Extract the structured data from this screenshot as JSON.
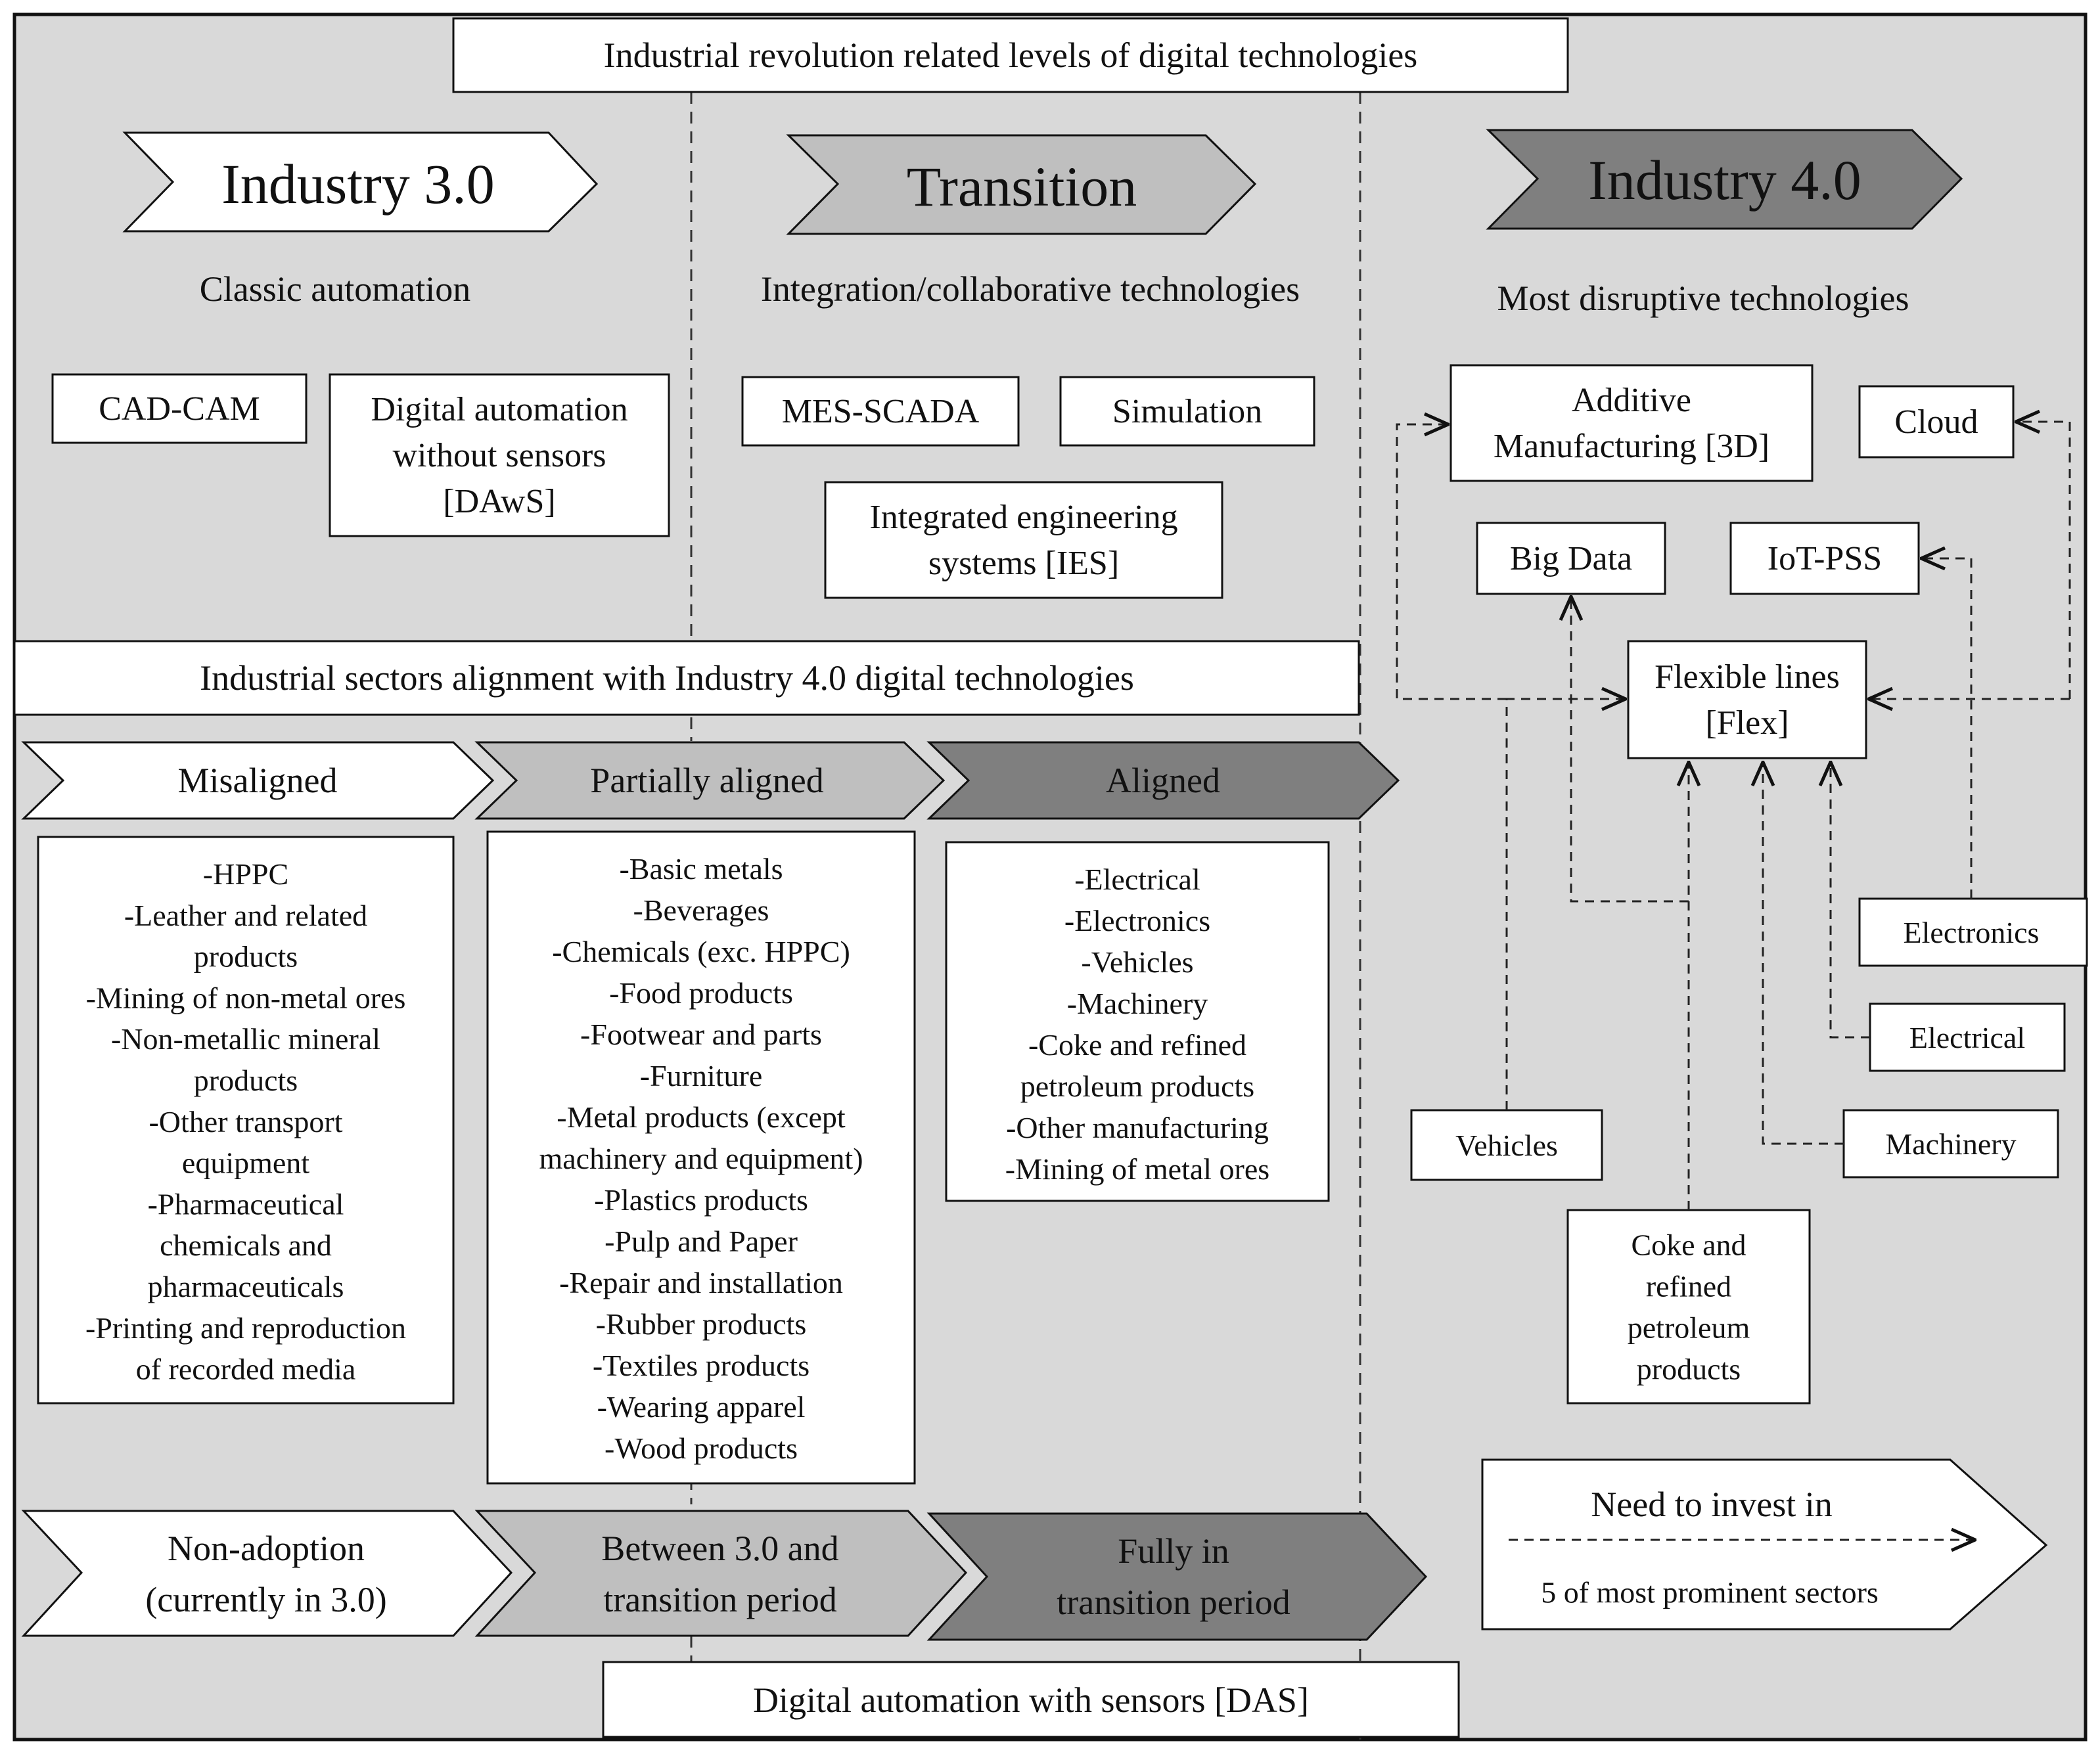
{
  "title": "Industrial revolution related levels of digital technologies",
  "stages": {
    "industry30": {
      "label": "Industry 3.0",
      "subtitle": "Classic automation"
    },
    "transition": {
      "label": "Transition",
      "subtitle": "Integration/collaborative technologies"
    },
    "industry40": {
      "label": "Industry 4.0",
      "subtitle": "Most disruptive technologies"
    }
  },
  "tech_boxes": {
    "cadcam": [
      "CAD-CAM"
    ],
    "daws": [
      "Digital automation",
      "without sensors",
      "[DAwS]"
    ],
    "mes": [
      "MES-SCADA"
    ],
    "simulation": [
      "Simulation"
    ],
    "ies": [
      "Integrated engineering",
      "systems [IES]"
    ],
    "additive": [
      "Additive",
      "Manufacturing [3D]"
    ],
    "cloud": [
      "Cloud"
    ],
    "bigdata": [
      "Big Data"
    ],
    "iotpss": [
      "IoT-PSS"
    ],
    "flex": [
      "Flexible lines",
      "[Flex]"
    ]
  },
  "sectors_header": "Industrial sectors alignment with Industry 4.0 digital technologies",
  "alignment": {
    "misaligned": "Misaligned",
    "partially": "Partially aligned",
    "aligned": "Aligned"
  },
  "sector_lists": {
    "misaligned": [
      "-HPPC",
      "-Leather and related",
      "products",
      "-Mining of non-metal ores",
      "-Non-metallic mineral",
      "products",
      "-Other transport",
      "equipment",
      "-Pharmaceutical",
      "chemicals and",
      "pharmaceuticals",
      "-Printing and reproduction",
      "of recorded media"
    ],
    "partially": [
      "-Basic metals",
      "-Beverages",
      "-Chemicals (exc. HPPC)",
      "-Food products",
      "-Footwear and parts",
      "-Furniture",
      "-Metal products (except",
      "machinery and equipment)",
      "-Plastics products",
      "-Pulp and Paper",
      "-Repair and installation",
      "-Rubber products",
      "-Textiles products",
      "-Wearing apparel",
      "-Wood products"
    ],
    "aligned": [
      "-Electrical",
      "-Electronics",
      "-Vehicles",
      "-Machinery",
      "-Coke and refined",
      "petroleum products",
      "-Other manufacturing",
      "-Mining of metal ores"
    ]
  },
  "adoption": {
    "non_adoption": [
      "Non-adoption",
      "(currently in 3.0)"
    ],
    "between": [
      "Between 3.0 and",
      "transition period"
    ],
    "fully": [
      "Fully in",
      "transition period"
    ]
  },
  "sector_nodes": {
    "electronics": [
      "Electronics"
    ],
    "electrical": [
      "Electrical"
    ],
    "machinery": [
      "Machinery"
    ],
    "vehicles": [
      "Vehicles"
    ],
    "coke": [
      "Coke and",
      "refined",
      "petroleum",
      "products"
    ]
  },
  "legend": {
    "line1": "Need to invest in",
    "line2": "5 of most prominent sectors"
  },
  "bottom_label": "Digital automation with sensors [DAS]",
  "colors": {
    "background": "#d9d9d9",
    "white": "#ffffff",
    "light_gray": "#bfbfbf",
    "dark_gray": "#7f7f7f",
    "border": "#111111"
  }
}
